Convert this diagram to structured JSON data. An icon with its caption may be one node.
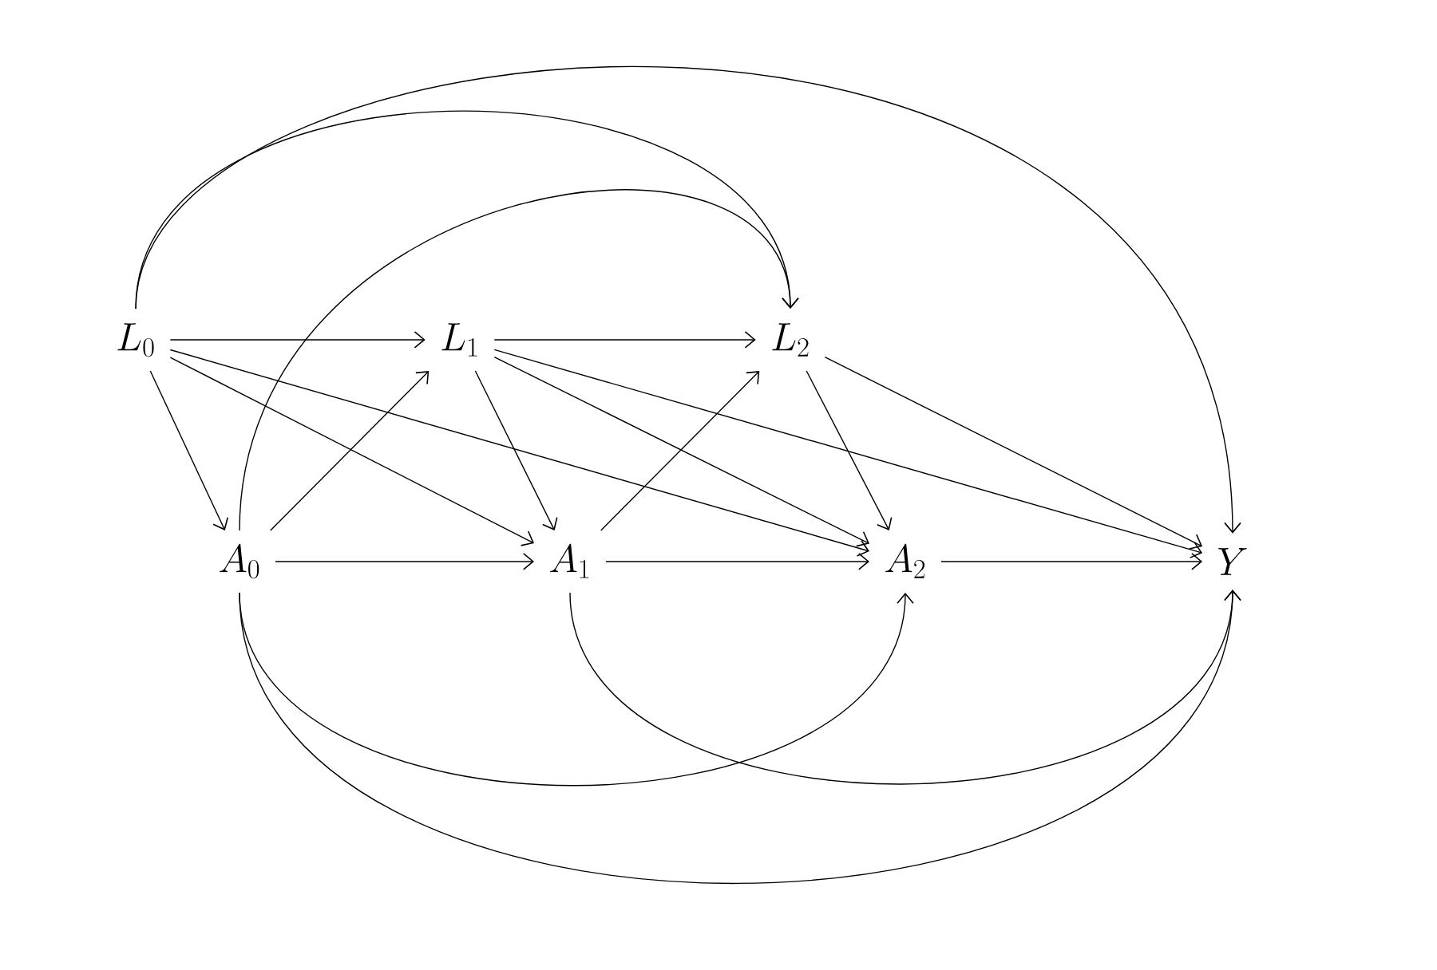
{
  "diagram": {
    "nodes": [
      {
        "text": [
          "L_0"
        ]
      },
      {
        "text": [
          "L_1"
        ]
      },
      {
        "text": [
          "L_2"
        ]
      },
      {
        "text": [
          "A_0"
        ]
      },
      {
        "text": [
          "A_1"
        ]
      },
      {
        "text": [
          "A_2"
        ]
      },
      {
        "text": [
          "Y"
        ]
      }
    ],
    "edges": [
      {
        "from": 0,
        "to": 1,
        "arrow": "to"
      },
      {
        "from": 0,
        "to": 3,
        "arrow": "to"
      },
      {
        "from": 0,
        "to": 4,
        "arrow": "to"
      },
      {
        "from": 0,
        "to": 5,
        "arrow": "to"
      },
      {
        "from": 0,
        "to": 2,
        "arrow": "to"
      },
      {
        "from": 0,
        "to": 6,
        "arrow": "to"
      },
      {
        "from": 1,
        "to": 2,
        "arrow": "to"
      },
      {
        "from": 1,
        "to": 4,
        "arrow": "to"
      },
      {
        "from": 1,
        "to": 5,
        "arrow": "to"
      },
      {
        "from": 1,
        "to": 6,
        "arrow": "to"
      },
      {
        "from": 2,
        "to": 5,
        "arrow": "to"
      },
      {
        "from": 2,
        "to": 6,
        "arrow": "to"
      },
      {
        "from": 3,
        "to": 1,
        "arrow": "to"
      },
      {
        "from": 3,
        "to": 4,
        "arrow": "to"
      },
      {
        "from": 3,
        "to": 2,
        "arrow": "to"
      },
      {
        "from": 3,
        "to": 5,
        "arrow": "to"
      },
      {
        "from": 3,
        "to": 6,
        "arrow": "to"
      },
      {
        "from": 4,
        "to": 2,
        "arrow": "to"
      },
      {
        "from": 4,
        "to": 5,
        "arrow": "to"
      },
      {
        "from": 4,
        "to": 6,
        "arrow": "to"
      },
      {
        "from": 5,
        "to": 6,
        "arrow": "to"
      }
    ]
  }
}
